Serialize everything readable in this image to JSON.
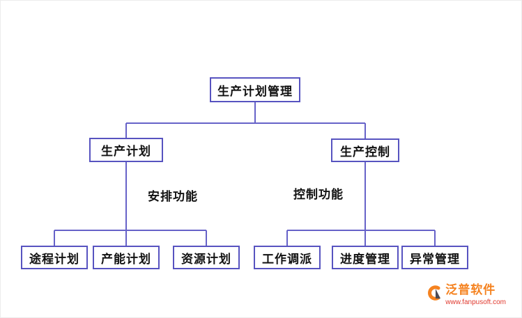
{
  "diagram": {
    "root": {
      "label": "生产计划管理"
    },
    "branches": [
      {
        "label": "生产计划",
        "edge_label": "安排功能",
        "children": [
          {
            "label": "途程计划"
          },
          {
            "label": "产能计划"
          },
          {
            "label": "资源计划"
          }
        ]
      },
      {
        "label": "生产控制",
        "edge_label": "控制功能",
        "children": [
          {
            "label": "工作调派"
          },
          {
            "label": "进度管理"
          },
          {
            "label": "异常管理"
          }
        ]
      }
    ]
  },
  "watermark": {
    "icon": "fanpu-logo-icon",
    "brand": "泛普软件",
    "url": "www.fanpusoft.com"
  },
  "colors": {
    "line": "#6662c8",
    "box_border": "#5753c0",
    "text": "#111111",
    "brand_orange": "#f5821f",
    "url_red": "#e03a2f",
    "background": "#ffffff"
  }
}
